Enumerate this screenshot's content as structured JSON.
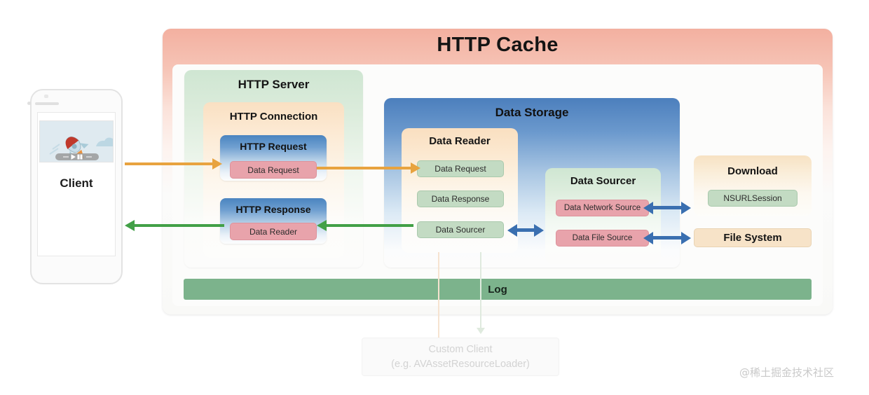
{
  "diagram": {
    "title": "HTTP Cache",
    "watermark": "@稀土掘金技术社区"
  },
  "client": {
    "label": "Client",
    "thumbnail_icon": "rocket-illustration",
    "player_icon": "video-player-controls"
  },
  "http_server": {
    "title": "HTTP Server",
    "connection": {
      "title": "HTTP Connection",
      "request": {
        "title": "HTTP Request",
        "pill": "Data Request"
      },
      "response": {
        "title": "HTTP Response",
        "pill": "Data Reader"
      }
    }
  },
  "data_storage": {
    "title": "Data Storage",
    "data_reader": {
      "title": "Data Reader",
      "pills": [
        "Data Request",
        "Data Response",
        "Data Sourcer"
      ]
    },
    "data_sourcer": {
      "title": "Data Sourcer",
      "pills": [
        "Data Network Source",
        "Data File Source"
      ]
    }
  },
  "download": {
    "title": "Download",
    "pill": "NSURLSession"
  },
  "file_system": {
    "label": "File System"
  },
  "log": {
    "label": "Log"
  },
  "custom_client": {
    "line1": "Custom Client",
    "line2": "(e.g. AVAssetResourceLoader)"
  },
  "colors": {
    "title_panel": "#f3b0a0",
    "server_green": "#cfe6d2",
    "storage_blue": "#4c7fbd",
    "connection_orange": "#fae0c2",
    "pill_pink": "#e8a3ab",
    "pill_green": "#c3dbc3",
    "arrow_orange": "#e8a33f",
    "arrow_green": "#42a047",
    "arrow_blue": "#3a6fb0",
    "log_green": "#7cb38c",
    "file_system_orange": "#f7e3c8"
  }
}
